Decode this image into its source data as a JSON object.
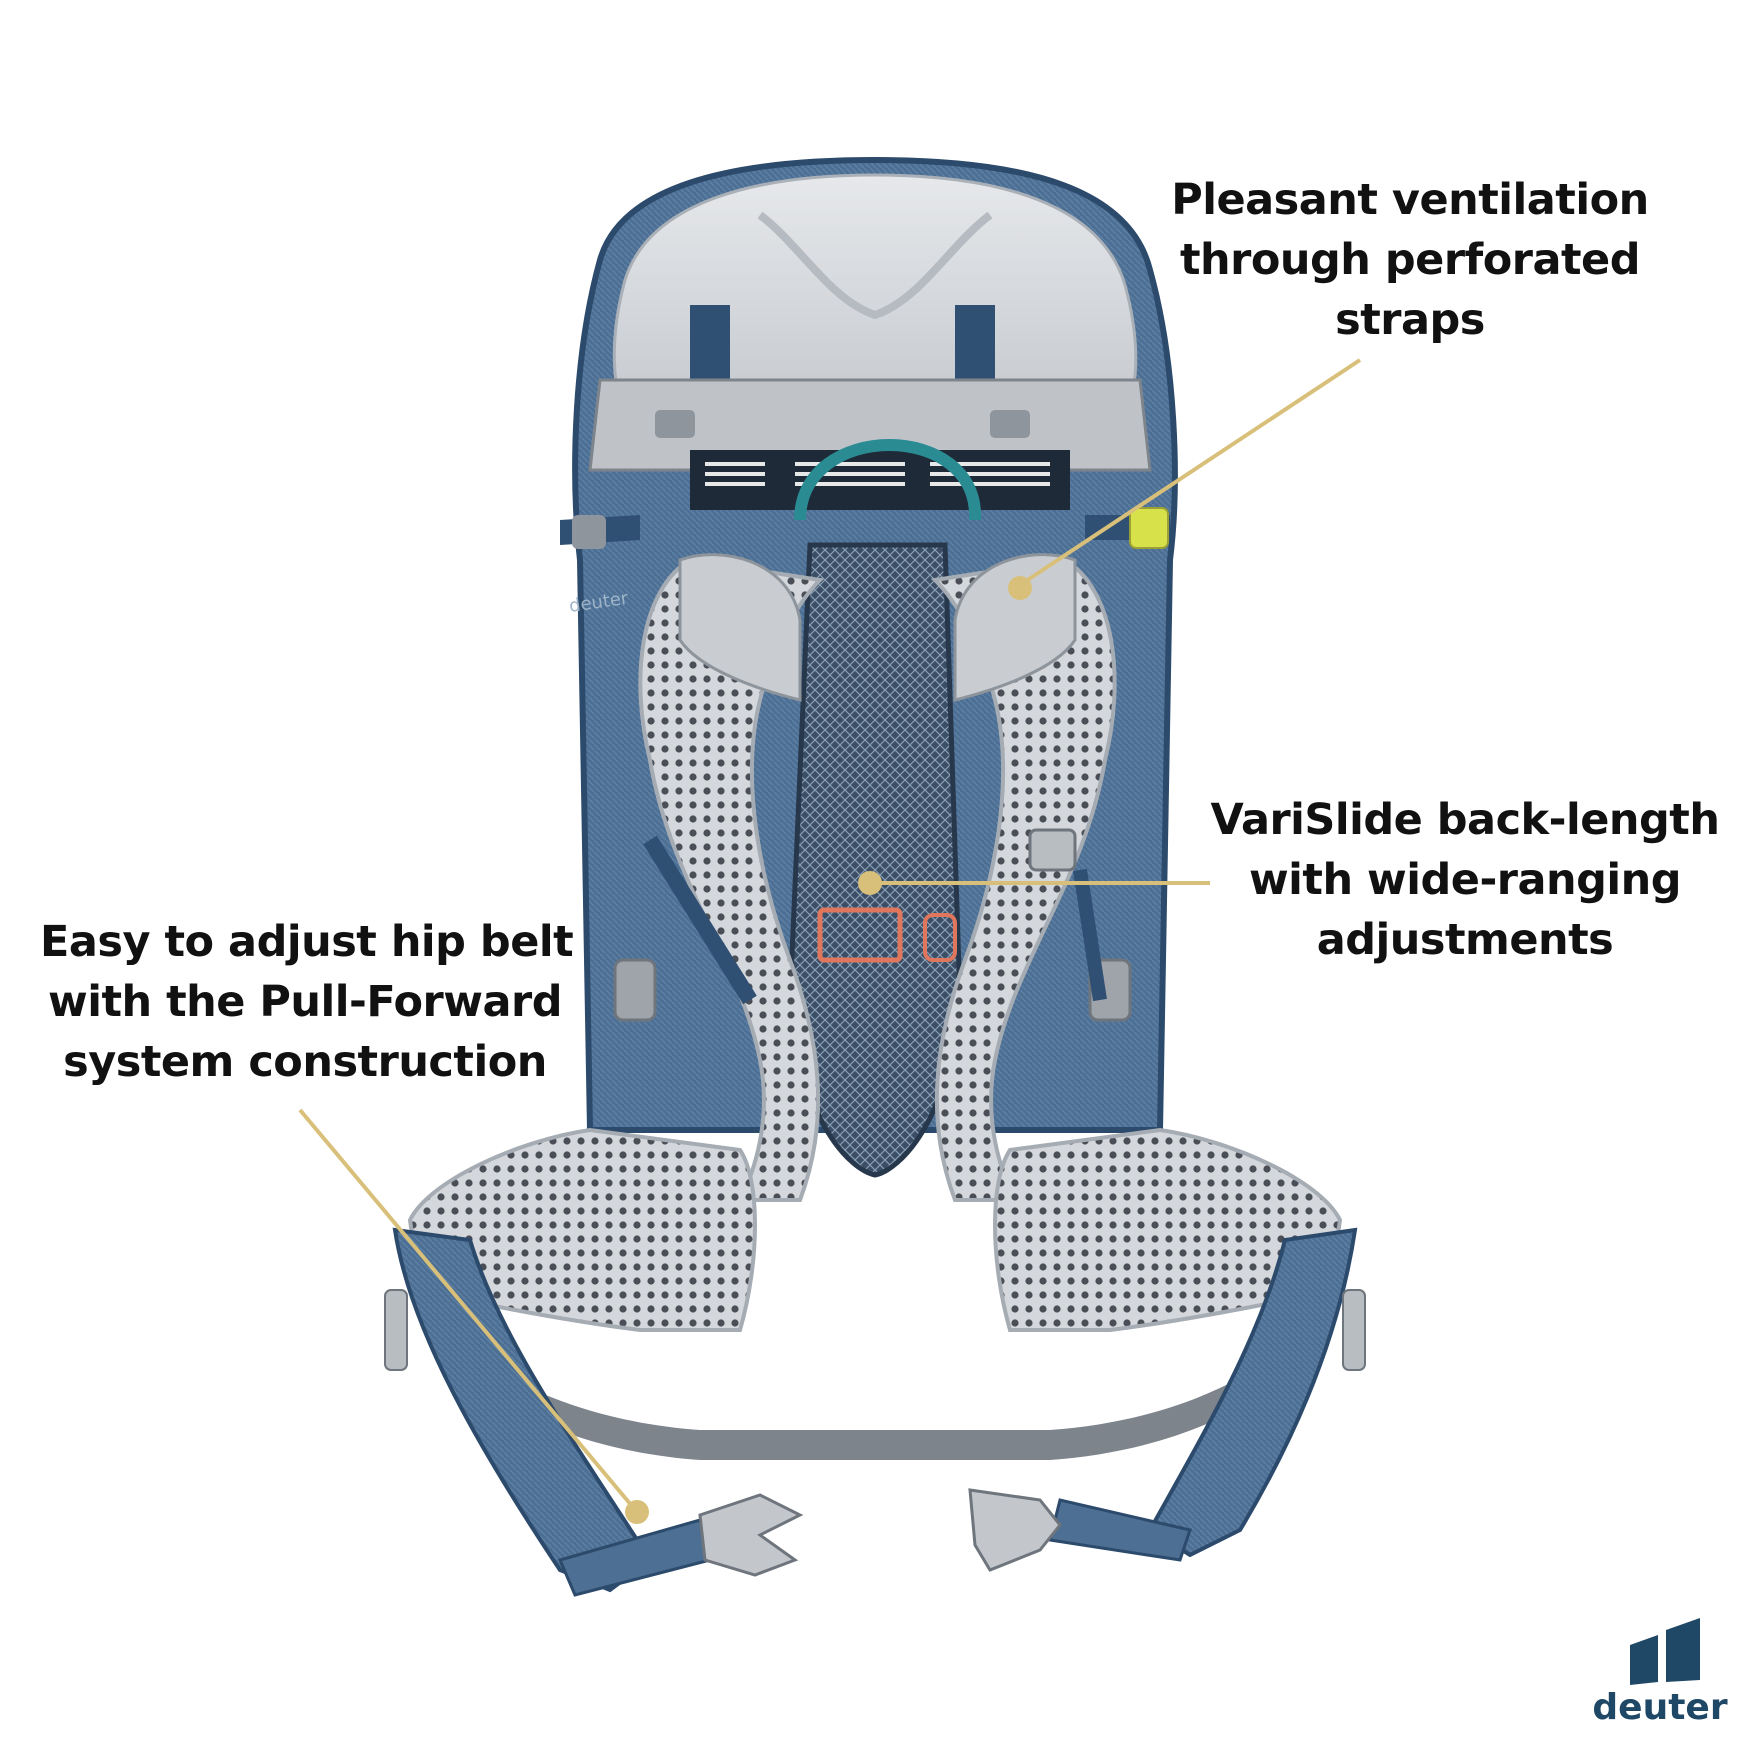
{
  "callouts": {
    "ventilation": {
      "lines": [
        "Pleasant ventilation",
        "through perforated",
        "straps"
      ]
    },
    "varislide": {
      "lines": [
        "VariSlide back-length",
        "with wide-ranging",
        "adjustments"
      ]
    },
    "hipbelt": {
      "lines": [
        "Easy to adjust hip belt",
        "with the Pull-Forward",
        "system construction"
      ]
    }
  },
  "brand": {
    "wordmark": "deuter",
    "pack_print": "deuter"
  },
  "colors": {
    "leader_line": "#d9c07a",
    "navy": "#2c4a6b",
    "denim": "#4d6f93",
    "mesh_grey": "#c9cdd2",
    "logo": "#1f4766",
    "buckle_green": "#d7e14a",
    "tube_teal": "#2a8b93"
  },
  "icons": {
    "logo": "deuter-logo-icon",
    "pointer": "callout-dot-icon"
  }
}
